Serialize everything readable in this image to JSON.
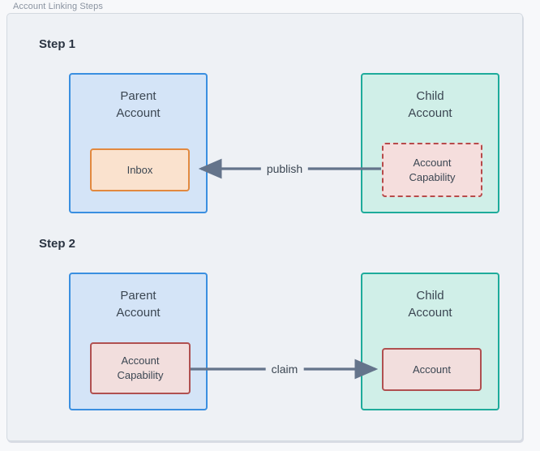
{
  "panel": {
    "title": "Account Linking Steps"
  },
  "steps": [
    {
      "label": "Step 1",
      "parent": {
        "title": "Parent\nAccount",
        "inner": {
          "label": "Inbox",
          "style": "solid-orange"
        }
      },
      "child": {
        "title": "Child\nAccount",
        "inner": {
          "label": "Account\nCapability",
          "style": "dashed-red"
        }
      },
      "arrow": {
        "label": "publish",
        "direction": "left"
      }
    },
    {
      "label": "Step 2",
      "parent": {
        "title": "Parent\nAccount",
        "inner": {
          "label": "Account\nCapability",
          "style": "solid-red"
        }
      },
      "child": {
        "title": "Child\nAccount",
        "inner": {
          "label": "Account",
          "style": "solid-red"
        }
      },
      "arrow": {
        "label": "claim",
        "direction": "right"
      }
    }
  ],
  "colors": {
    "background": "#f7f8fa",
    "panel_fill": "#eef1f5",
    "panel_border": "#d3d9e0",
    "parent_fill": "#d4e4f7",
    "parent_border": "#3a8fe0",
    "child_fill": "#d0efe8",
    "child_border": "#1eab9b",
    "inbox_fill": "#fae2ce",
    "inbox_border": "#e2893f",
    "capability_fill": "#f5dedd",
    "capability_border": "#b74a4a",
    "arrow": "#64748b",
    "text": "#3b4652",
    "step_text": "#2a3442",
    "title_text": "#8a93a0"
  }
}
